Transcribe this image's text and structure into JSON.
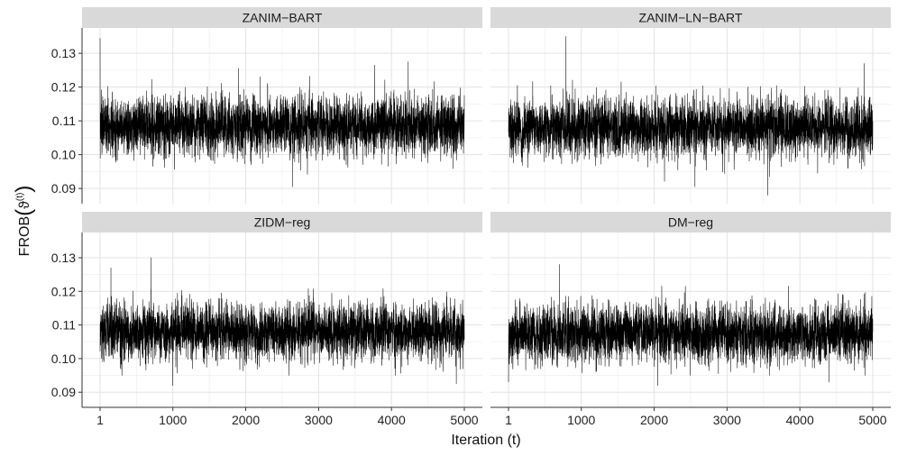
{
  "chart_data": {
    "type": "line",
    "facet_layout": "2x2",
    "xlabel": "Iteration (t)",
    "ylabel_main": "FROB",
    "ylabel_symbol": "ϑ",
    "ylabel_superscript": "(t)",
    "xlim": [
      1,
      5000
    ],
    "ylim": [
      0.0855,
      0.1375
    ],
    "x_ticks": [
      1,
      1000,
      2000,
      3000,
      4000,
      5000
    ],
    "x_tick_labels": [
      "1",
      "1000",
      "2000",
      "3000",
      "4000",
      "5000"
    ],
    "y_ticks": [
      0.09,
      0.1,
      0.11,
      0.12,
      0.13
    ],
    "y_tick_labels": [
      "0.09",
      "0.10",
      "0.11",
      "0.12",
      "0.13"
    ],
    "grid": true,
    "line_color": "#000000",
    "panels": [
      {
        "title": "ZANIM−BART",
        "n_iter": 5000,
        "mean": 0.1085,
        "sd": 0.0042,
        "min": 0.0905,
        "max": 0.1345,
        "spikes": [
          [
            1,
            0.1345
          ],
          [
            1900,
            0.1255
          ],
          [
            3770,
            0.1265
          ],
          [
            4230,
            0.1275
          ],
          [
            2640,
            0.0905
          ]
        ]
      },
      {
        "title": "ZANIM−LN−BART",
        "n_iter": 5000,
        "mean": 0.108,
        "sd": 0.0041,
        "min": 0.088,
        "max": 0.135,
        "spikes": [
          [
            790,
            0.135
          ],
          [
            3560,
            0.088
          ],
          [
            2560,
            0.0905
          ],
          [
            4880,
            0.127
          ]
        ]
      },
      {
        "title": "ZIDM−reg",
        "n_iter": 5000,
        "mean": 0.108,
        "sd": 0.004,
        "min": 0.092,
        "max": 0.13,
        "spikes": [
          [
            700,
            0.13
          ],
          [
            1000,
            0.092
          ],
          [
            4890,
            0.0925
          ],
          [
            150,
            0.127
          ]
        ]
      },
      {
        "title": "DM−reg",
        "n_iter": 5000,
        "mean": 0.1075,
        "sd": 0.004,
        "min": 0.092,
        "max": 0.128,
        "spikes": [
          [
            700,
            0.128
          ],
          [
            1,
            0.093
          ],
          [
            2050,
            0.092
          ],
          [
            4400,
            0.093
          ]
        ]
      }
    ]
  }
}
